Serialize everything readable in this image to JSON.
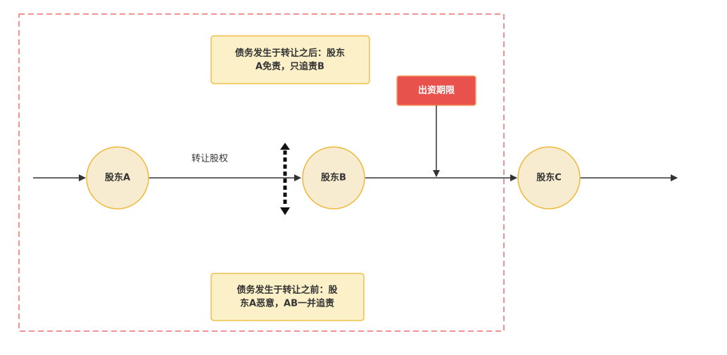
{
  "nodes": {
    "a": {
      "label": "股东A"
    },
    "b": {
      "label": "股东B"
    },
    "c": {
      "label": "股东C"
    }
  },
  "edge": {
    "label": "转让股权"
  },
  "notes": {
    "after": {
      "line1": "债务发生于转让之后：股东",
      "line2": "A免责，只追责B"
    },
    "before": {
      "line1": "债务发生于转让之前：股",
      "line2": "东A恶意，AB一并追责"
    }
  },
  "tag": {
    "label": "出资期限"
  },
  "colors": {
    "node_fill": "#f7ecd0",
    "node_stroke": "#f0b83a",
    "note_fill": "#fbf0c8",
    "note_stroke": "#f0c04a",
    "tag_fill": "#e9514c",
    "tag_stroke": "#f5a66a",
    "boundary": "#ee6e6e",
    "line": "#333333"
  }
}
